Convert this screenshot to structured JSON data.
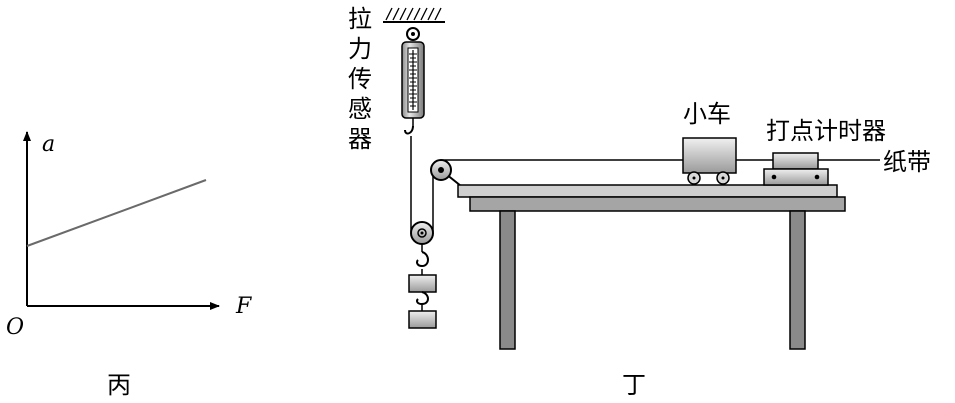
{
  "graph_bing": {
    "y_axis_label": "a",
    "x_axis_label": "F",
    "origin_label": "O",
    "caption": "丙"
  },
  "apparatus_ding": {
    "sensor_label_chars": [
      "拉",
      "力",
      "传",
      "感",
      "器"
    ],
    "cart_label": "小车",
    "timer_label": "打点计时器",
    "tape_label": "纸带",
    "caption": "丁"
  }
}
